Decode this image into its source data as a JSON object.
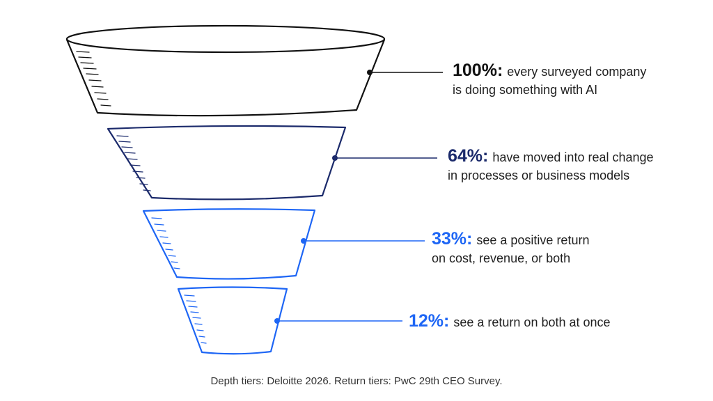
{
  "tiers": [
    {
      "percent": "100%:",
      "line1": "every surveyed company",
      "line2": "is doing something with AI",
      "color": "#111111"
    },
    {
      "percent": "64%:",
      "line1": "have moved into real change",
      "line2": "in processes or business models",
      "color": "#1b2a6b"
    },
    {
      "percent": "33%:",
      "line1": "see a positive return",
      "line2": "on cost, revenue, or both",
      "color": "#1e66f5"
    },
    {
      "percent": "12%:",
      "line1": "see a return on both at once",
      "line2": "",
      "color": "#1e66f5"
    }
  ],
  "footer": "Depth tiers: Deloitte 2026. Return tiers: PwC 29th CEO Survey."
}
